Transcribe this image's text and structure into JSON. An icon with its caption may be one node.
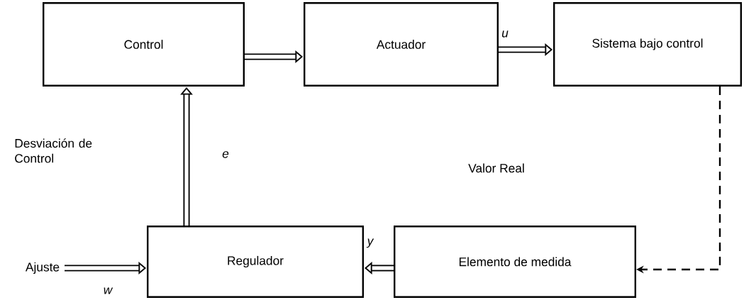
{
  "diagram": {
    "nodes": [
      {
        "text": [
          "Control"
        ]
      },
      {
        "text": [
          "Actuador"
        ]
      },
      {
        "text": [
          "Sistema bajo control"
        ]
      },
      {
        "text": [
          "Regulador"
        ]
      },
      {
        "text": [
          "Elemento de medida"
        ]
      },
      {
        "text": [
          "Ajuste"
        ]
      }
    ],
    "edges": [
      {
        "from": 0,
        "to": 1,
        "arrow": "to"
      },
      {
        "from": 1,
        "to": 2,
        "arrow": "to",
        "label": "u"
      },
      {
        "from": 3,
        "to": 0,
        "arrow": "to",
        "label": "e"
      },
      {
        "from": 4,
        "to": 3,
        "arrow": "to",
        "label": "y"
      },
      {
        "from": 5,
        "to": 3,
        "arrow": "to",
        "label": "w"
      },
      {
        "from": 2,
        "to": 4,
        "arrow": "to",
        "style": "dashed"
      }
    ],
    "labels": [
      "Desviación de Control",
      "Valor Real"
    ]
  }
}
